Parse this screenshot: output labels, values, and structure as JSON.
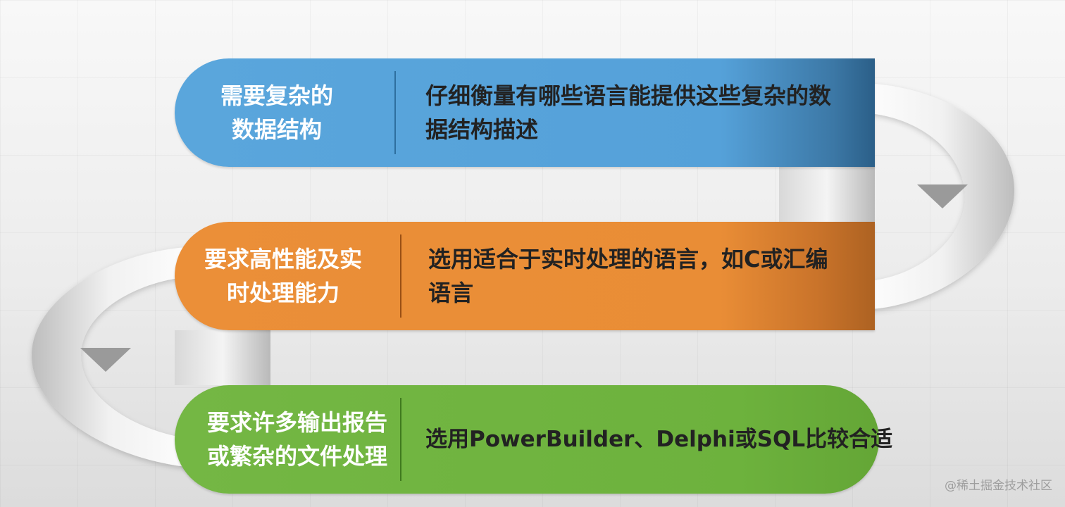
{
  "steps": [
    {
      "title_line1": "需要复杂的",
      "title_line2": "数据结构",
      "description": "仔细衡量有哪些语言能提供这些复杂的数据结构描述",
      "color": "#5aa6dc"
    },
    {
      "title_line1": "要求高性能及实",
      "title_line2": "时处理能力",
      "description": "选用适合于实时处理的语言，如C或汇编语言",
      "color": "#eb8f38"
    },
    {
      "title_line1": "要求许多输出报告",
      "title_line2": "或繁杂的文件处理",
      "description": "选用PowerBuilder、Delphi或SQL比较合适",
      "color": "#6db23d"
    }
  ],
  "watermark": "@稀土掘金技术社区"
}
